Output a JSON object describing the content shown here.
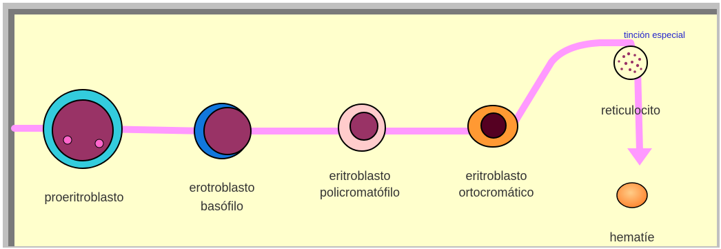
{
  "colors": {
    "background": "#ffffcc",
    "frame_gray": "#c0c0c0",
    "frame_dark": "#7a7a7a",
    "pathway": "#ff99ff",
    "label": "#333333",
    "special_label": "#2222cc"
  },
  "stages": [
    {
      "name": "proeritroblasto",
      "icon": "proerythroblast-cell"
    },
    {
      "name": "erotroblasto basófilo",
      "line1": "erotroblasto",
      "line2": "basófilo",
      "icon": "basophilic-erythroblast-cell"
    },
    {
      "name": "eritroblasto policromatófilo",
      "line1": "eritroblasto",
      "line2": "policromatófilo",
      "icon": "polychromatic-erythroblast-cell"
    },
    {
      "name": "eritroblasto ortocromático",
      "line1": "eritroblasto",
      "line2": "ortocromático",
      "icon": "orthochromatic-erythroblast-cell"
    },
    {
      "name": "reticulocito",
      "icon": "reticulocyte-cell"
    },
    {
      "name": "hematíe",
      "icon": "erythrocyte-cell"
    }
  ],
  "special_stain_label": "tinción especial"
}
